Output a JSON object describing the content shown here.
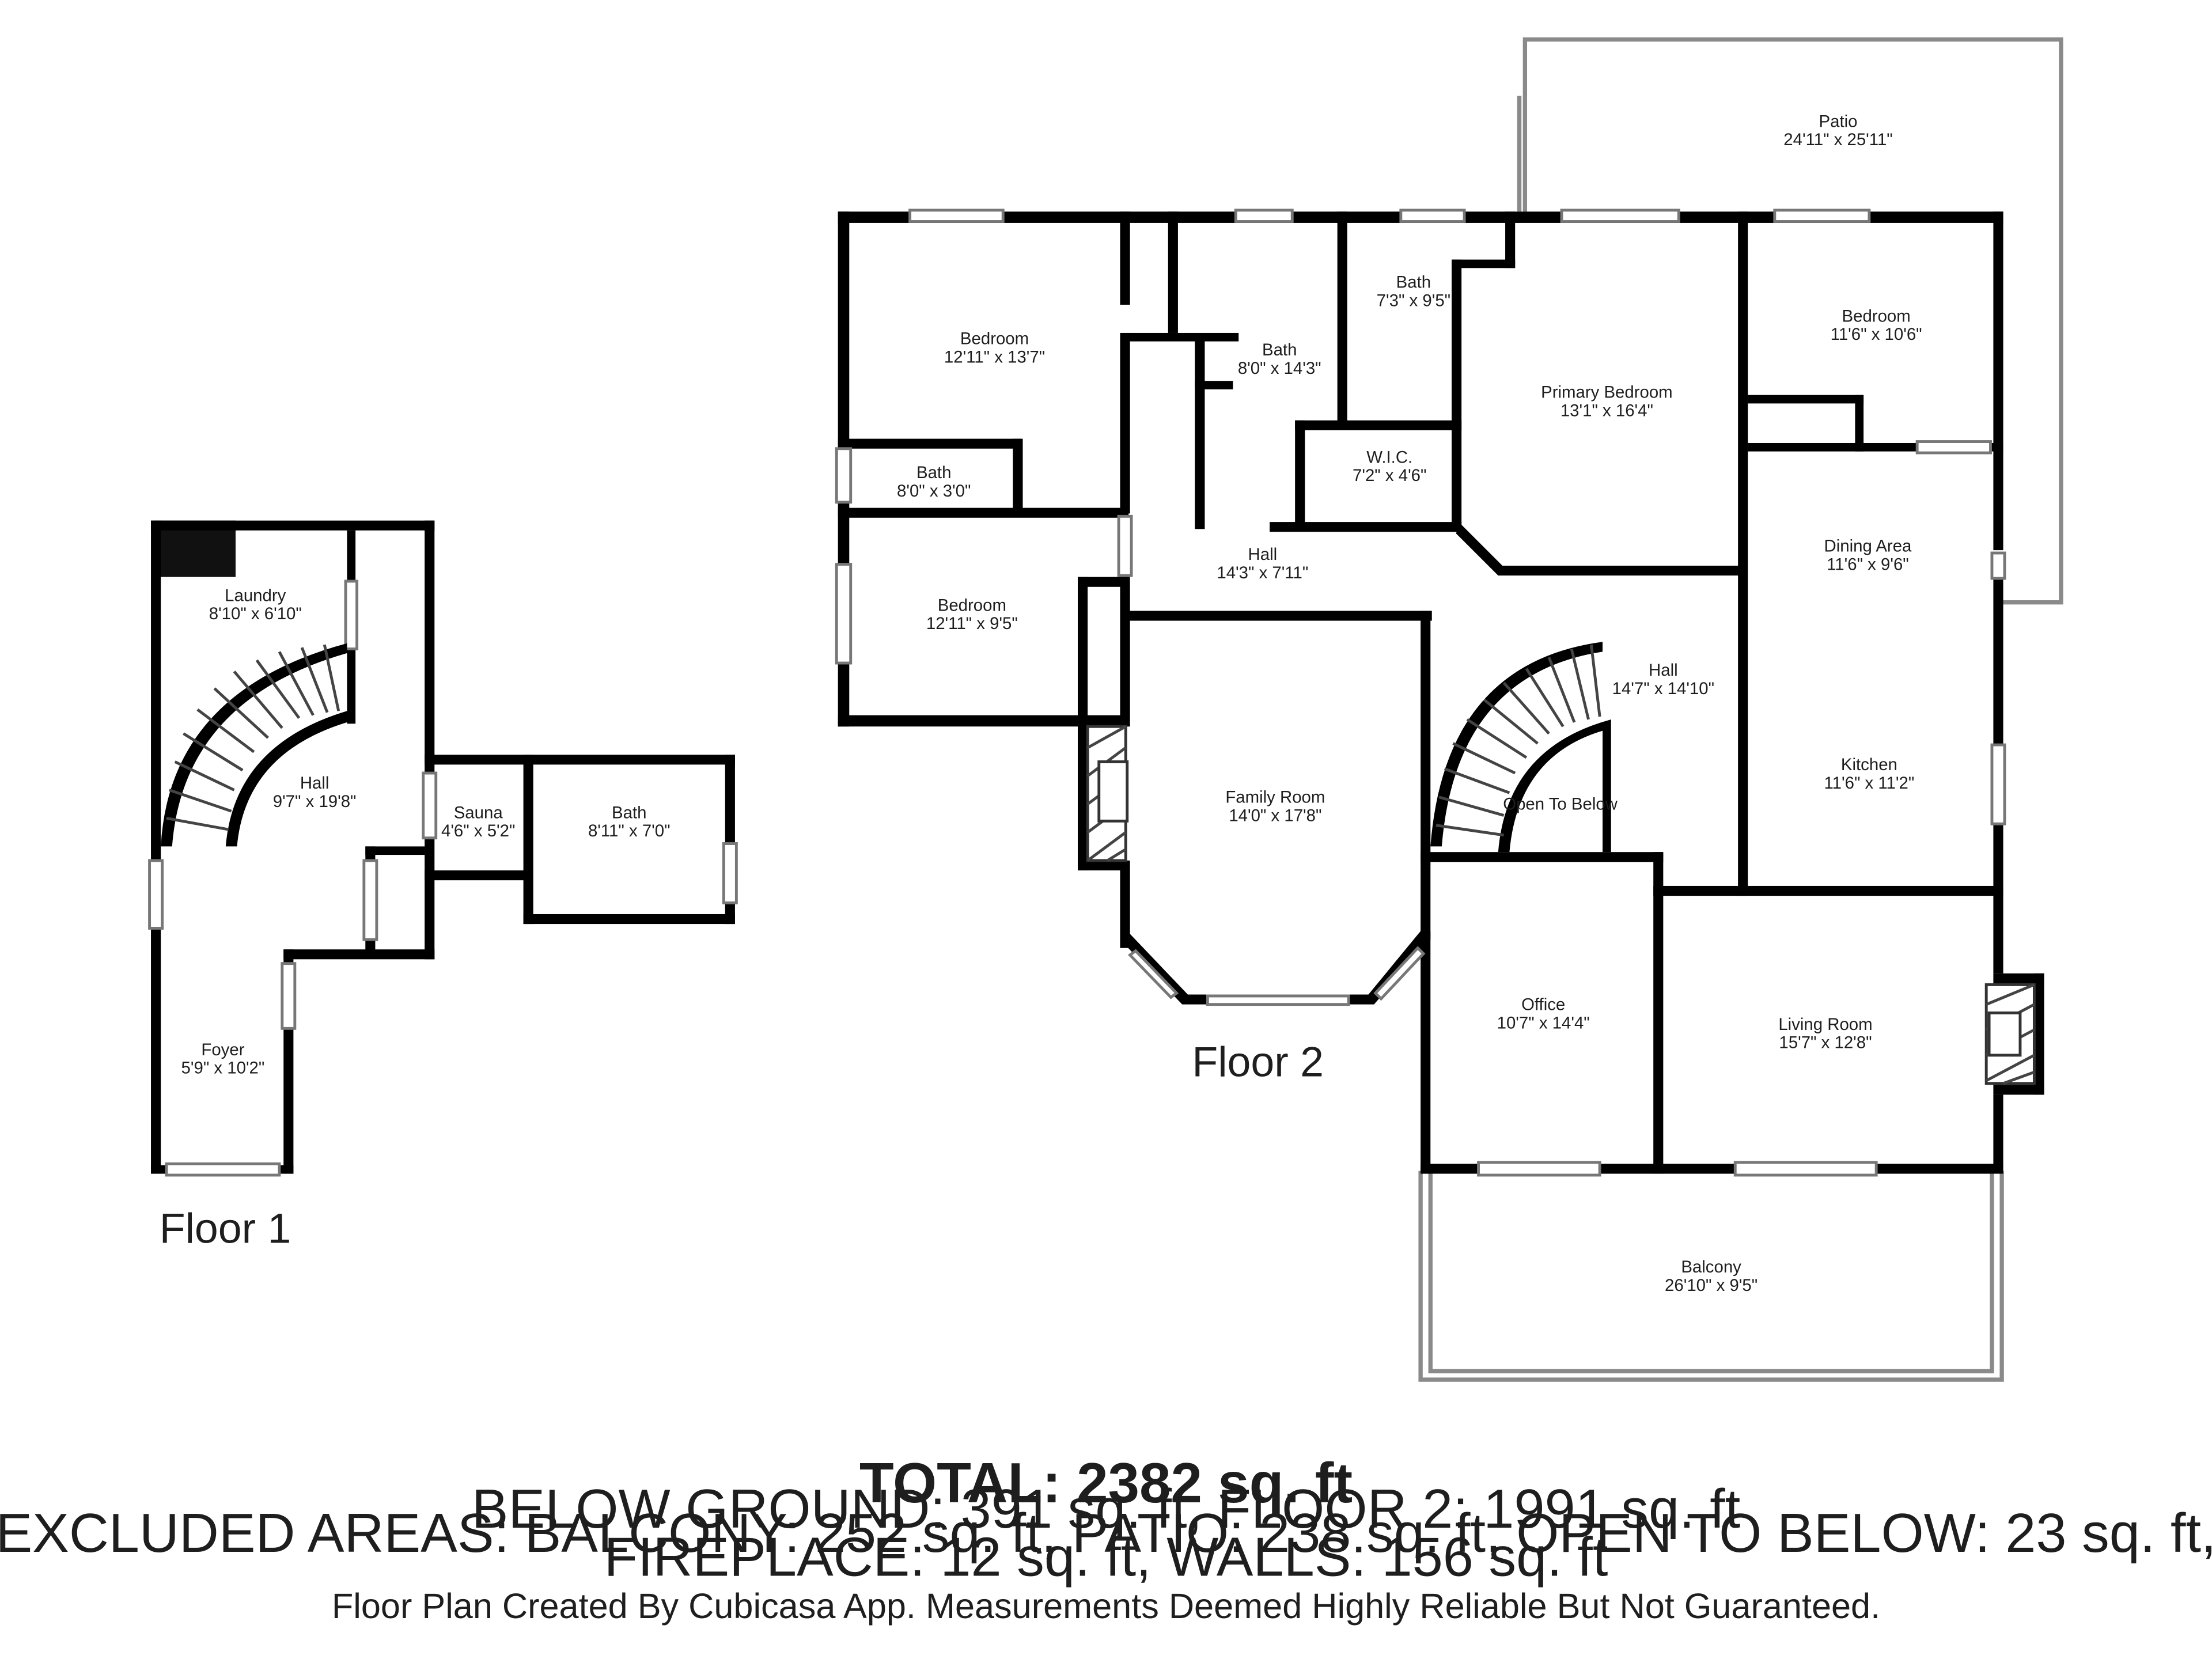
{
  "floors": [
    {
      "label": "Floor 1"
    },
    {
      "label": "Floor 2"
    }
  ],
  "rooms": [
    {
      "name": "Laundry",
      "dims": "8'10\" x 6'10\""
    },
    {
      "name": "Hall",
      "dims": "9'7\" x 19'8\""
    },
    {
      "name": "Sauna",
      "dims": "4'6\" x 5'2\""
    },
    {
      "name": "Bath",
      "dims": "8'11\" x 7'0\""
    },
    {
      "name": "Foyer",
      "dims": "5'9\" x 10'2\""
    },
    {
      "name": "Patio",
      "dims": "24'11\" x 25'11\""
    },
    {
      "name": "Bedroom",
      "dims": "12'11\" x 13'7\""
    },
    {
      "name": "Bath",
      "dims": "8'0\" x 14'3\""
    },
    {
      "name": "Bath",
      "dims": "7'3\" x 9'5\""
    },
    {
      "name": "Primary Bedroom",
      "dims": "13'1\" x 16'4\""
    },
    {
      "name": "Bedroom",
      "dims": "11'6\" x 10'6\""
    },
    {
      "name": "Bath",
      "dims": "8'0\" x 3'0\""
    },
    {
      "name": "W.I.C.",
      "dims": "7'2\" x 4'6\""
    },
    {
      "name": "Hall",
      "dims": "14'3\" x 7'11\""
    },
    {
      "name": "Bedroom",
      "dims": "12'11\" x 9'5\""
    },
    {
      "name": "Dining Area",
      "dims": "11'6\" x 9'6\""
    },
    {
      "name": "Hall",
      "dims": "14'7\" x 14'10\""
    },
    {
      "name": "Family Room",
      "dims": "14'0\" x 17'8\""
    },
    {
      "name": "Open To Below",
      "dims": ""
    },
    {
      "name": "Kitchen",
      "dims": "11'6\" x 11'2\""
    },
    {
      "name": "Office",
      "dims": "10'7\" x 14'4\""
    },
    {
      "name": "Living Room",
      "dims": "15'7\" x 12'8\""
    },
    {
      "name": "Balcony",
      "dims": "26'10\" x 9'5\""
    }
  ],
  "summary": {
    "total": "TOTAL: 2382 sq. ft",
    "line1": "BELOW GROUND: 391 sq. ft, FLOOR 2: 1991 sq. ft",
    "line2": "EXCLUDED AREAS: BALCONY: 252 sq. ft, PATIO: 238 sq. ft, OPEN TO BELOW: 23 sq. ft,",
    "line3": "FIREPLACE: 12 sq. ft, WALLS: 156 sq. ft",
    "disclaimer": "Floor Plan Created By Cubicasa App. Measurements Deemed Highly Reliable But Not Guaranteed."
  }
}
